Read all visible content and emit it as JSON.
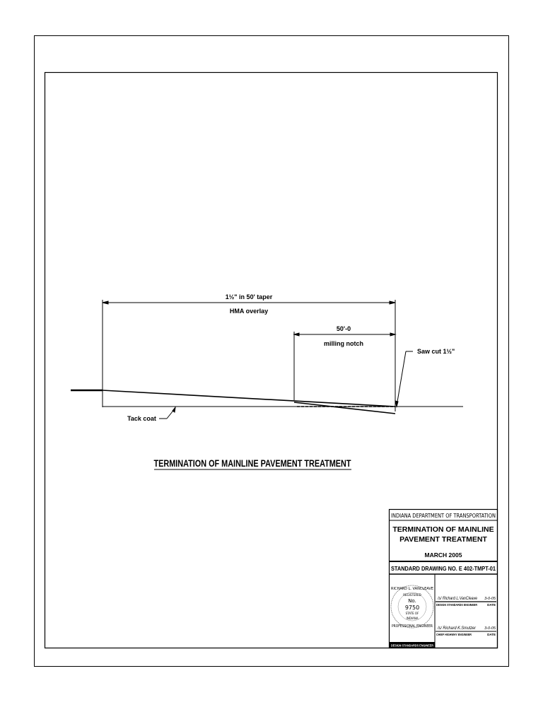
{
  "drawing": {
    "overlay_dimension": "1½\" in 50' taper",
    "overlay_label": "HMA overlay",
    "notch_dimension": "50'-0",
    "notch_label": "milling notch",
    "saw_cut_label": "Saw cut 1½\"",
    "tack_coat_label": "Tack coat",
    "title": "TERMINATION OF MAINLINE PAVEMENT TREATMENT"
  },
  "title_block": {
    "agency": "INDIANA DEPARTMENT OF TRANSPORTATION",
    "title_line1": "TERMINATION OF MAINLINE",
    "title_line2": "PAVEMENT TREATMENT",
    "date": "MARCH 2005",
    "standard_drawing": "STANDARD DRAWING NO. E  402-TMPT-01",
    "seal": {
      "name": "RICHARD L. VANCLEAVE",
      "registered": "REGISTERED",
      "number_label": "No.",
      "number": "9750",
      "state_of": "STATE OF",
      "state": "INDIANA",
      "profession": "PROFESSIONAL ENGINEER"
    },
    "signature1": "/s/  Richard L.VanCleave",
    "signature1_date": "3-0-05",
    "signature1_title": "DESIGN STANDARDS ENGINEER",
    "signature1_date_label": "DATE",
    "signature2": "/s/  Richard K.Smutzer",
    "signature2_date": "3-0-05",
    "signature2_title": "CHIEF HIGHWAY ENGINEER",
    "signature2_date_label": "DATE",
    "seal_caption": "DESIGN STANDARDS ENGINEER"
  }
}
